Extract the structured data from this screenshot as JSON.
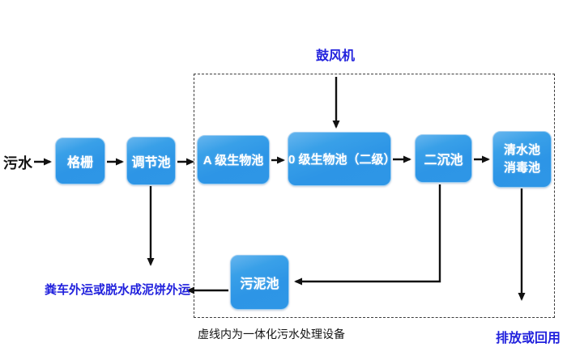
{
  "diagram": {
    "title_semantic": "integrated-wastewater-treatment-flowchart",
    "source_label": "污水",
    "blower_label": "鼓风机",
    "boxes": {
      "grid": "格栅",
      "regulating": "调节池",
      "a_bio": "A 级生物池",
      "o_bio": "0 级生物池（二级）",
      "secondary_sed": "二沉池",
      "clear_line1": "清水池",
      "clear_line2": "消毒池",
      "sludge": "污泥池"
    },
    "outputs": {
      "sludge_out": "粪车外运或脱水成泥饼外运",
      "discharge": "排放或回用"
    },
    "caption": "虚线内为一体化污水处理设备",
    "colors": {
      "box_fill": "#2d95e6",
      "box_fill_light": "#66b5ee",
      "box_border": "#9ccdf2",
      "box_text": "#ffffff",
      "blue_text": "#2222dd",
      "black_text": "#141414",
      "arrow_line": "#111111",
      "dashed_border": "#3c3c3c",
      "background": "#ffffff"
    }
  }
}
